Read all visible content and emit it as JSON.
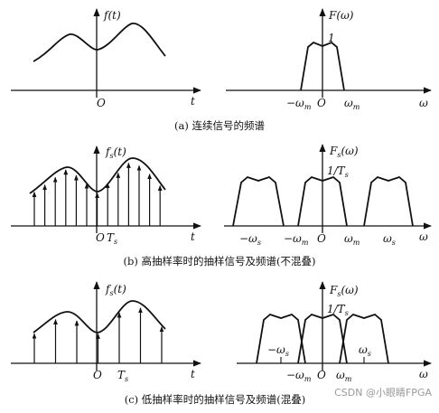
{
  "panels": {
    "a": {
      "caption": "(a) 连续信号的频谱",
      "left": {
        "func": "f(t)",
        "origin": "O",
        "axis": "t"
      },
      "right": {
        "func": "F(ω)",
        "peak": "1",
        "neg_wm": "−ω",
        "neg_wm_sub": "m",
        "origin": "O",
        "wm": "ω",
        "wm_sub": "m",
        "axis": "ω"
      }
    },
    "b": {
      "caption": "(b) 高抽样率时的抽样信号及频谱(不混叠)",
      "left": {
        "func": "f",
        "func_sub": "s",
        "func_tail": "(t)",
        "origin": "O",
        "Ts": "T",
        "Ts_sub": "s",
        "axis": "t"
      },
      "right": {
        "func": "F",
        "func_sub": "s",
        "func_tail": "(ω)",
        "peak": "1/T",
        "peak_sub": "s",
        "neg_ws": "−ω",
        "neg_ws_sub": "s",
        "neg_wm": "−ω",
        "neg_wm_sub": "m",
        "origin": "O",
        "wm": "ω",
        "wm_sub": "m",
        "ws": "ω",
        "ws_sub": "s",
        "axis": "ω"
      }
    },
    "c": {
      "caption": "(c) 低抽样率时的抽样信号及频谱(混叠)",
      "left": {
        "func": "f",
        "func_sub": "s",
        "func_tail": "(t)",
        "origin": "O",
        "Ts": "T",
        "Ts_sub": "s",
        "axis": "t"
      },
      "right": {
        "func": "F",
        "func_sub": "s",
        "func_tail": "(ω)",
        "peak": "1/T",
        "peak_sub": "s",
        "neg_ws": "−ω",
        "neg_ws_sub": "s",
        "neg_wm": "−ω",
        "neg_wm_sub": "m",
        "origin": "O",
        "wm": "ω",
        "wm_sub": "m",
        "ws": "ω",
        "ws_sub": "s",
        "axis": "ω"
      }
    }
  },
  "watermark": "CSDN @小眼睛FPGA"
}
